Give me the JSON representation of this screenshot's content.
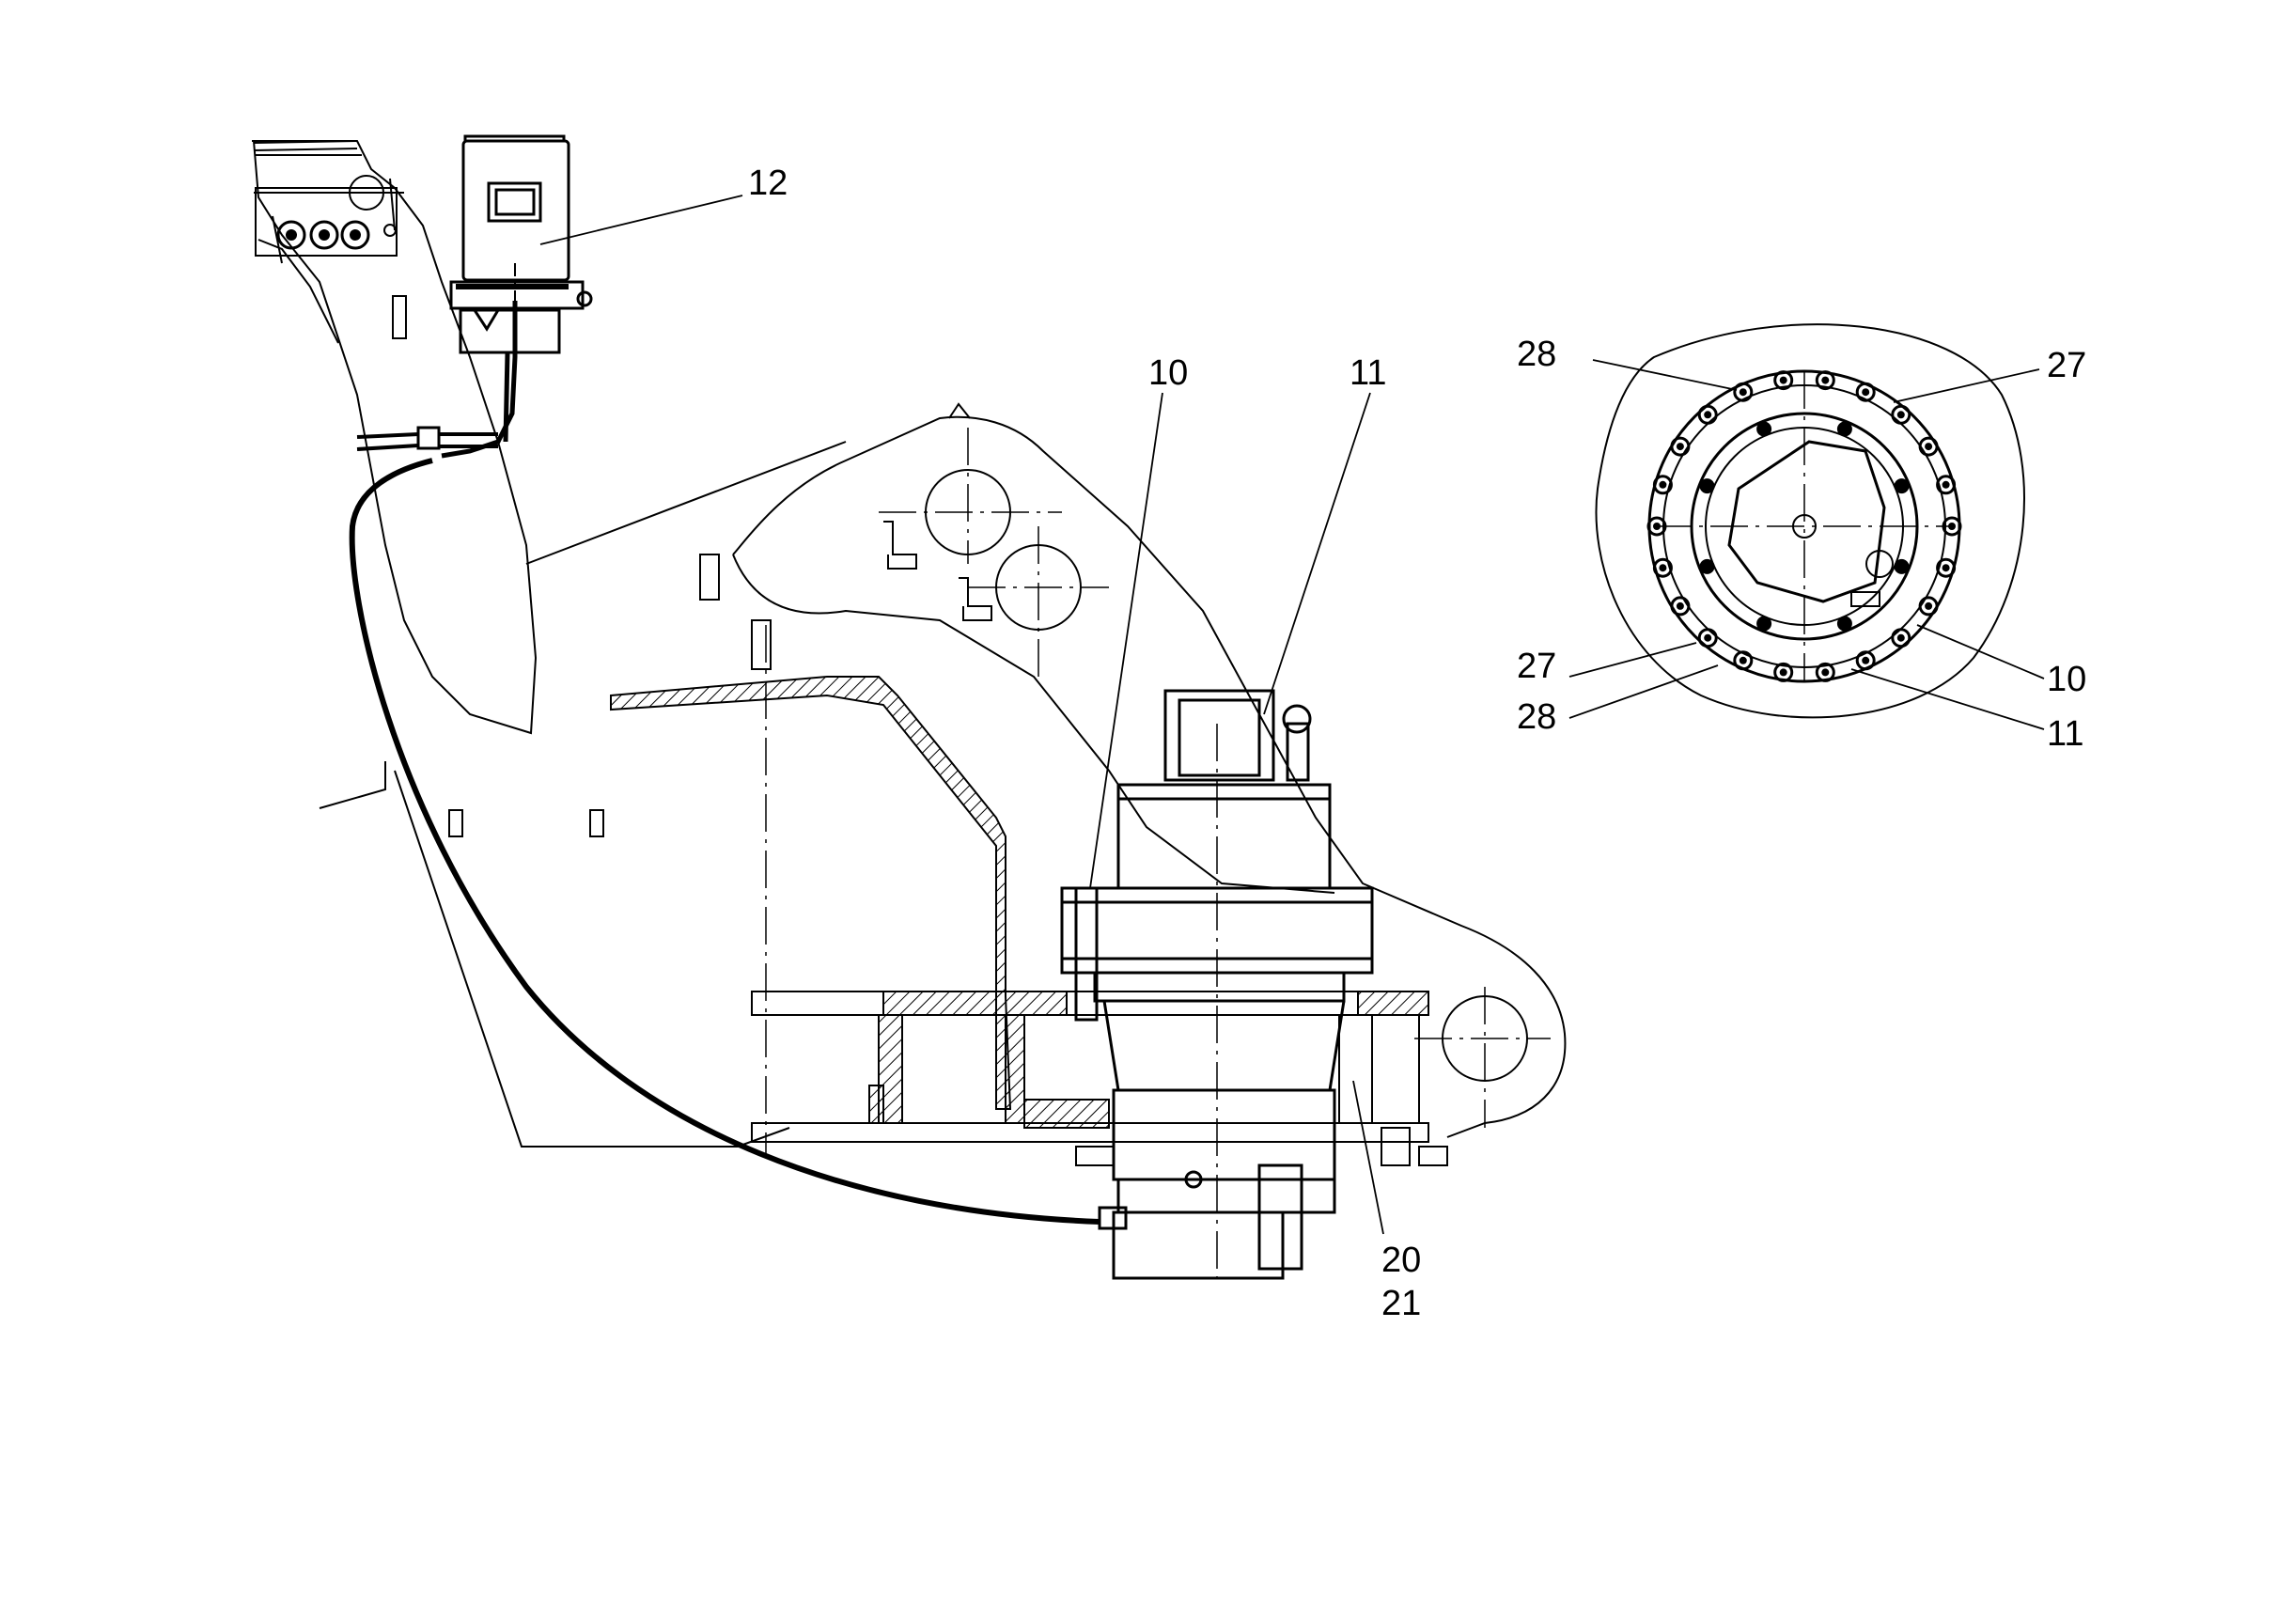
{
  "callouts": {
    "c12": "12",
    "c10_main": "10",
    "c11_main": "11",
    "c20": "20",
    "c21": "21",
    "c28_top": "28",
    "c27_top": "27",
    "c27_bottom": "27",
    "c28_bottom": "28",
    "c10_detail": "10",
    "c11_detail": "11"
  }
}
